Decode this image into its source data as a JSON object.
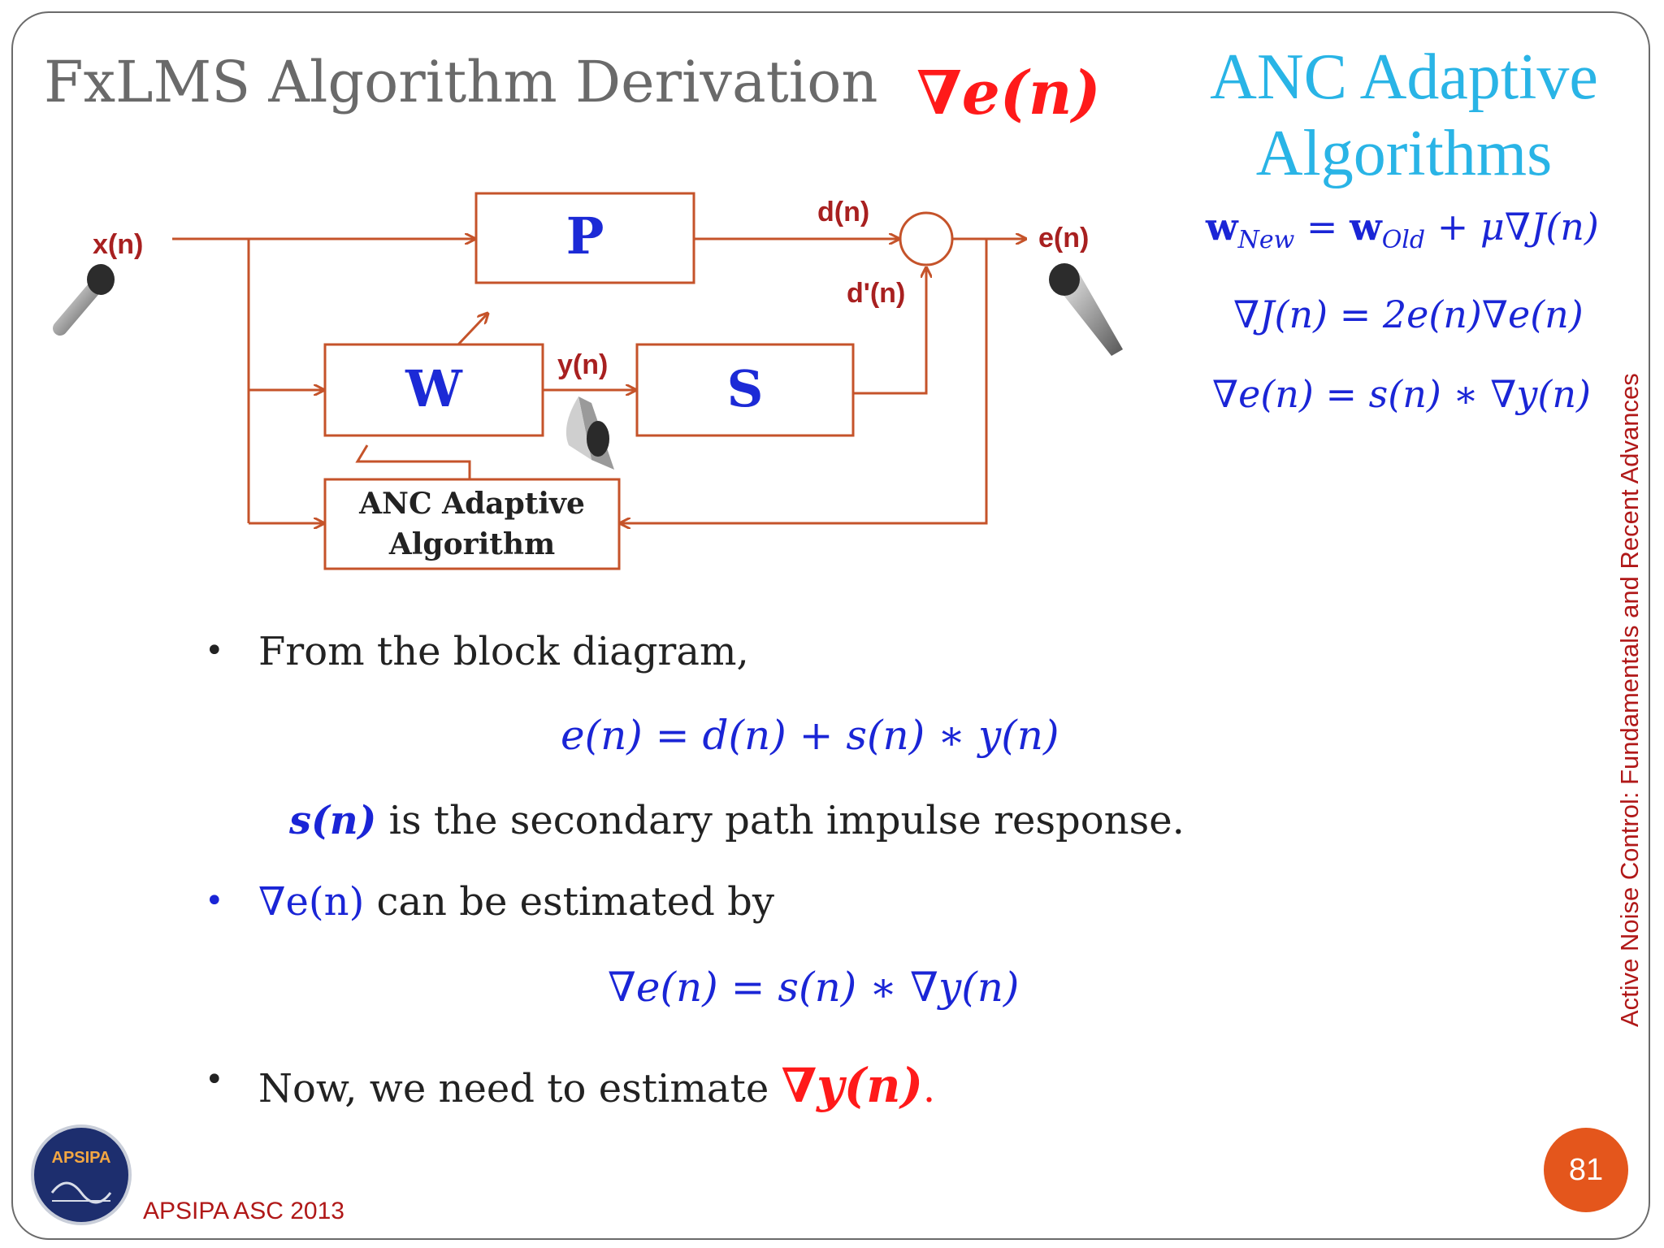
{
  "title": "FxLMS Algorithm Derivation",
  "title_symbol": "∇e(n)",
  "section": {
    "line1": "ANC Adaptive",
    "line2": "Algorithms"
  },
  "side_equations": {
    "eq1_left": "w",
    "eq1_left_sub": "New",
    "eq1_mid": " = ",
    "eq1_w": "w",
    "eq1_w_sub": "Old",
    "eq1_right": " + μ∇J(n)",
    "eq2": "∇J(n) = 2e(n)∇e(n)",
    "eq3": "∇e(n) = s(n) ∗ ∇y(n)"
  },
  "diagram": {
    "input_label": "x(n)",
    "output_label": "e(n)",
    "block_p": "P",
    "block_w": "W",
    "block_s": "S",
    "block_alg_line1": "ANC Adaptive",
    "block_alg_line2": "Algorithm",
    "signal_d": "d(n)",
    "signal_dprime": "d'(n)",
    "signal_y": "y(n)"
  },
  "bullets": {
    "b1": "From the block diagram,",
    "eq_center1": "e(n) = d(n) + s(n) ∗ y(n)",
    "b1_note_math": "s(n)",
    "b1_note_text": " is the secondary path impulse response.",
    "b2_math": "∇e(n)",
    "b2_text": " can be estimated by",
    "eq_center2": "∇e(n) = s(n) ∗ ∇y(n)",
    "b3_text": "Now, we need to estimate ",
    "b3_math": "∇y(n)",
    "b3_end": "."
  },
  "vertical_text": "Active Noise Control: Fundamentals and Recent Advances",
  "logo": {
    "text": "APSIPA"
  },
  "footer": "APSIPA ASC 2013",
  "page_number": "81"
}
